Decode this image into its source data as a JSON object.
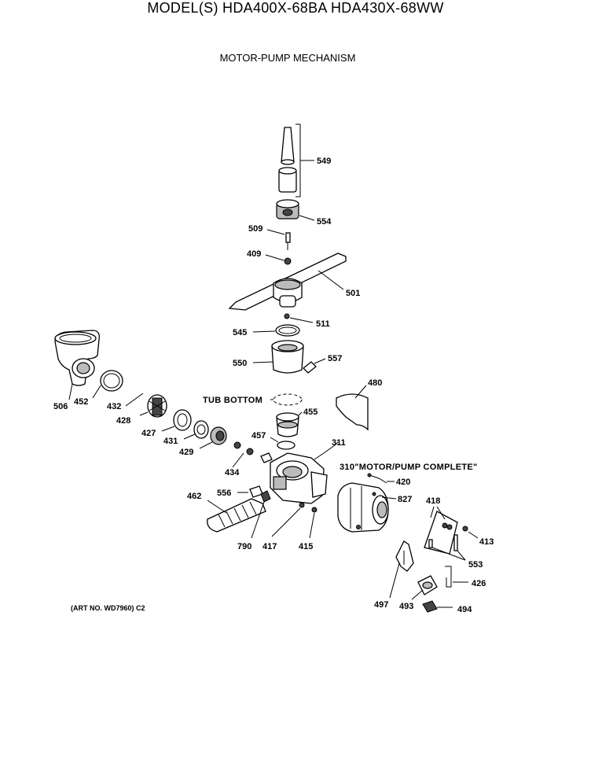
{
  "header": {
    "model_line": "MODEL(S) HDA400X-68BA  HDA430X-68WW",
    "section_title": "MOTOR-PUMP MECHANISM"
  },
  "callouts": {
    "c549": "549",
    "c554": "554",
    "c509": "509",
    "c409": "409",
    "c501": "501",
    "c511": "511",
    "c545": "545",
    "c550": "550",
    "c557": "557",
    "c480": "480",
    "c506": "506",
    "c452": "452",
    "c432": "432",
    "c428": "428",
    "c427": "427",
    "c431": "431",
    "c429": "429",
    "c455": "455",
    "c457": "457",
    "c311": "311",
    "c434": "434",
    "c420": "420",
    "c827": "827",
    "c418": "418",
    "c462": "462",
    "c556": "556",
    "c413": "413",
    "c553": "553",
    "c426": "426",
    "c790": "790",
    "c417": "417",
    "c415": "415",
    "c497": "497",
    "c493": "493",
    "c494": "494"
  },
  "labels": {
    "tub_bottom": "TUB BOTTOM",
    "motor_pump_complete": "310\"MOTOR/PUMP COMPLETE\""
  },
  "footer": {
    "art_no": "(ART NO. WD7960) C2"
  }
}
